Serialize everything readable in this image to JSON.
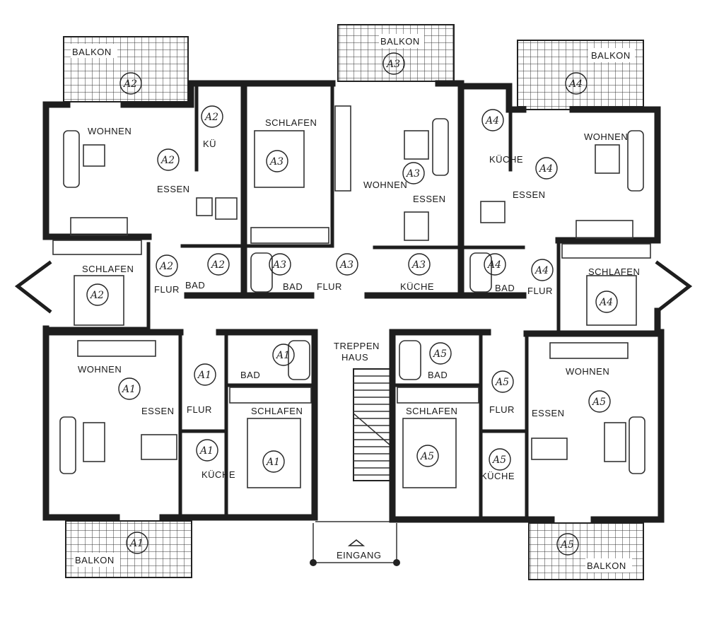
{
  "title": "Grundriss Erdgeschoss",
  "labels": {
    "balkon_a2": "BALKON",
    "balkon_a3": "BALKON",
    "balkon_a4": "BALKON",
    "balkon_a1": "BALKON",
    "balkon_a5": "BALKON",
    "wohnen_a2": "WOHNEN",
    "ku_a2": "KÜ",
    "essen_a2": "ESSEN",
    "schlafen_a3": "SCHLAFEN",
    "wohnen_a3": "WOHNEN",
    "essen_a3": "ESSEN",
    "kuche_a4": "KÜCHE",
    "wohnen_a4": "WOHNEN",
    "essen_a4": "ESSEN",
    "schlafen_a2": "SCHLAFEN",
    "flur_a2": "FLUR",
    "bad_a2": "BAD",
    "bad_a3": "BAD",
    "flur_a3": "FLUR",
    "kuche_a3": "KÜCHE",
    "bad_a4": "BAD",
    "flur_a4": "FLUR",
    "schlafen_a4": "SCHLAFEN",
    "wohnen_a1": "WOHNEN",
    "essen_a1": "ESSEN",
    "bad_a1": "BAD",
    "flur_a1": "FLUR",
    "schlafen_a1": "SCHLAFEN",
    "kuche_a1": "KÜCHE",
    "treppen": "TREPPEN",
    "haus": "HAUS",
    "bad_a5": "BAD",
    "flur_a5": "FLUR",
    "schlafen_a5": "SCHLAFEN",
    "kuche_a5": "KÜCHE",
    "wohnen_a5": "WOHNEN",
    "essen_a5": "ESSEN",
    "eingang": "EINGANG"
  },
  "unit_marks": {
    "a1": "A1",
    "a2": "A2",
    "a3": "A3",
    "a4": "A4",
    "a5": "A5"
  },
  "colors": {
    "wall": "#1e1e1e",
    "paper": "#ffffff"
  }
}
